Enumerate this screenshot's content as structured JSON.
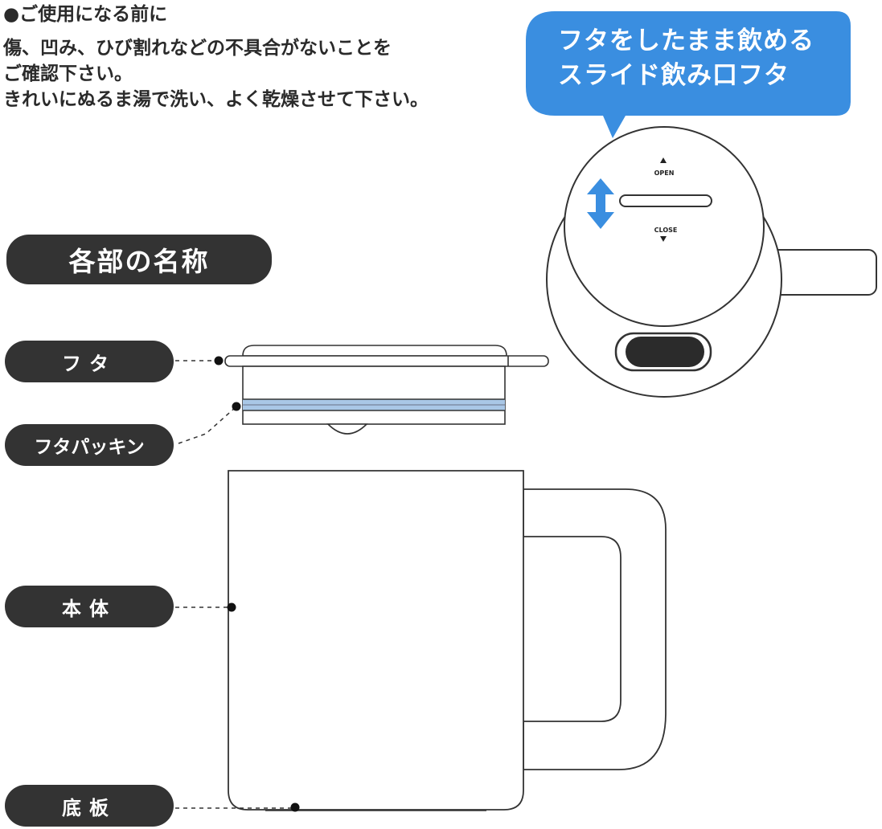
{
  "notice": {
    "heading": "●ご使用になる前に",
    "lines": [
      "傷、凹み、ひび割れなどの不具合がないことを",
      "ご確認下さい。",
      "きれいにぬるま湯で洗い、よく乾燥させて下さい。"
    ]
  },
  "callout": {
    "lines": [
      "フタをしたまま飲める",
      "スライド飲み口フタ"
    ],
    "color": "#3a8ee0"
  },
  "lid_top": {
    "open_label": "OPEN",
    "close_label": "CLOSE",
    "arrow_color": "#3a8ee0"
  },
  "parts": {
    "title": "各部の名称",
    "labels": {
      "lid": "フタ",
      "packing": "フタパッキン",
      "body": "本体",
      "base": "底板"
    }
  },
  "colors": {
    "pill": "#333333",
    "packing": "#a9c7e6"
  }
}
